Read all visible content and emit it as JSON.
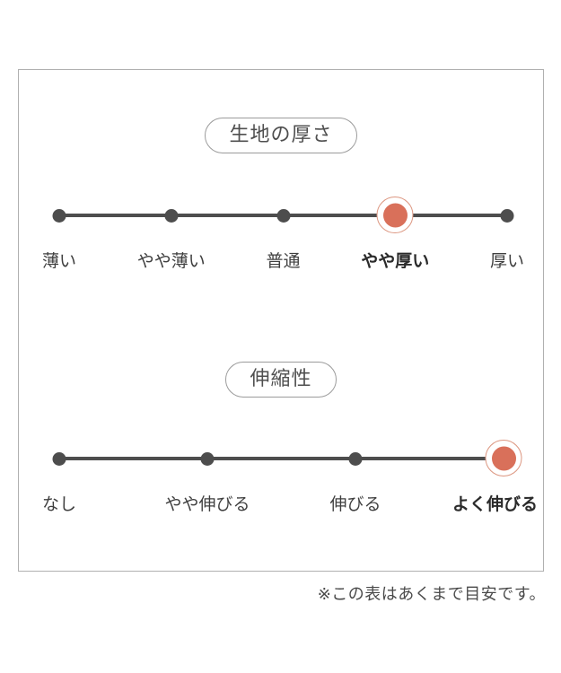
{
  "footnote": "※この表はあくまで目安です。",
  "colors": {
    "accent": "#d9705a",
    "accent_ring": "#dc9680",
    "track": "#4d4d4d",
    "label_text": "#3f3f3f",
    "pill_border": "#9b9b9b",
    "frame_border": "#b0b0b0"
  },
  "chart_data": [
    {
      "type": "scale",
      "title": "生地の厚さ",
      "categories": [
        "薄い",
        "やや薄い",
        "普通",
        "やや厚い",
        "厚い"
      ],
      "selected": "やや厚い",
      "selected_index": 3,
      "legend_position": "none",
      "grid": false
    },
    {
      "type": "scale",
      "title": "伸縮性",
      "categories": [
        "なし",
        "やや伸びる",
        "伸びる",
        "よく伸びる"
      ],
      "selected": "よく伸びる",
      "selected_index": 3,
      "legend_position": "none",
      "grid": false
    }
  ]
}
